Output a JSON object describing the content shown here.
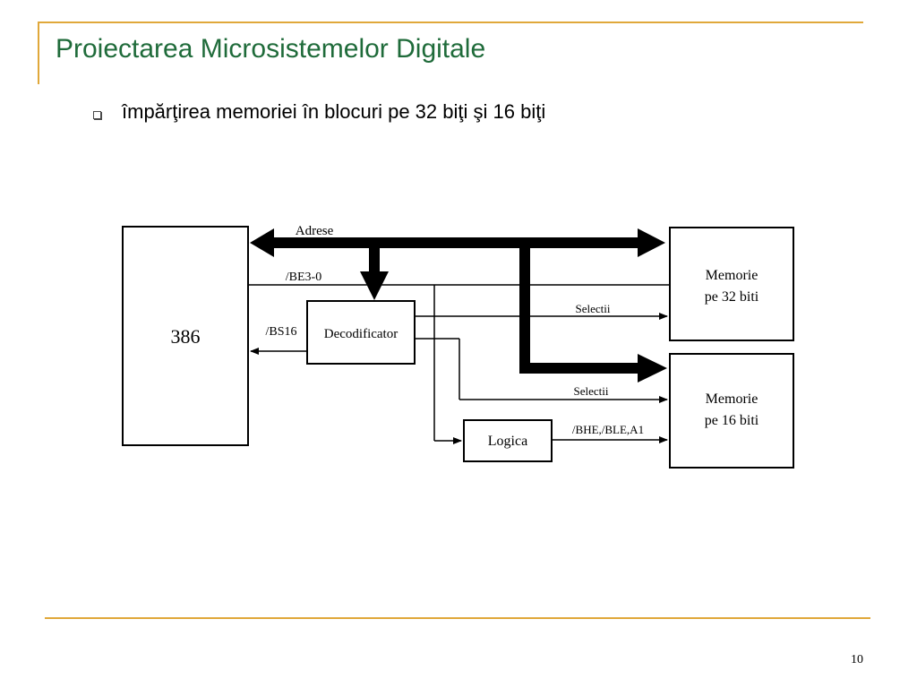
{
  "slide": {
    "title": "Proiectarea Microsistemelor Digitale",
    "bullet": "împărţirea memoriei în blocuri pe 32 biţi şi 16 biţi",
    "bullet_icon": "square-bullet-icon",
    "page_number": "10",
    "accent_color": "#e0a83a",
    "title_color": "#1f6b3a"
  },
  "diagram": {
    "cpu_label": "386",
    "decoder_label": "Decodificator",
    "logic_label": "Logica",
    "memory32_line1": "Memorie",
    "memory32_line2": "pe 32 biti",
    "memory16_line1": "Memorie",
    "memory16_line2": "pe 16 biti",
    "address_bus_label": "Adrese",
    "be_label": "/BE3-0",
    "bs16_label": "/BS16",
    "select32_label": "Selectii",
    "select16_label": "Selectii",
    "logic_out_label": "/BHE,/BLE,A1"
  }
}
